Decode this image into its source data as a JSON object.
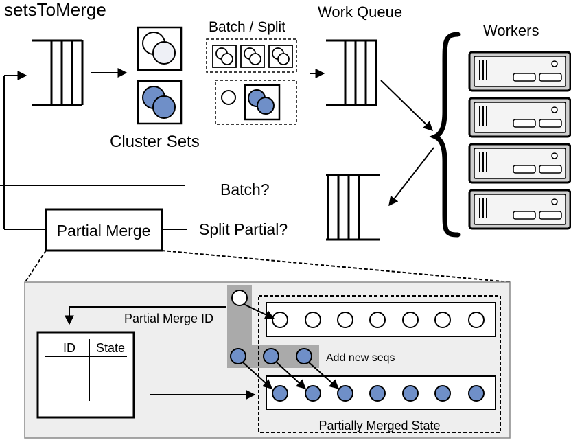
{
  "labels": {
    "sets_to_merge": "setsToMerge",
    "batch_split": "Batch / Split",
    "work_queue": "Work Queue",
    "workers": "Workers",
    "cluster_sets": "Cluster Sets",
    "batch_question": "Batch?",
    "partial_merge": "Partial Merge",
    "split_partial_question": "Split Partial?",
    "partial_merge_id": "Partial Merge ID",
    "table_id": "ID",
    "table_state": "State",
    "add_new_seqs": "Add new seqs",
    "partially_merged_state": "Partially Merged State"
  },
  "colors": {
    "filled_node": "#6f8fc8",
    "detail_panel": "#eeeeee",
    "highlight": "#aaaaaa",
    "stroke": "#000000"
  },
  "icons": [
    "queue-icon",
    "server-icon",
    "brace-icon",
    "cluster-set-icon"
  ]
}
